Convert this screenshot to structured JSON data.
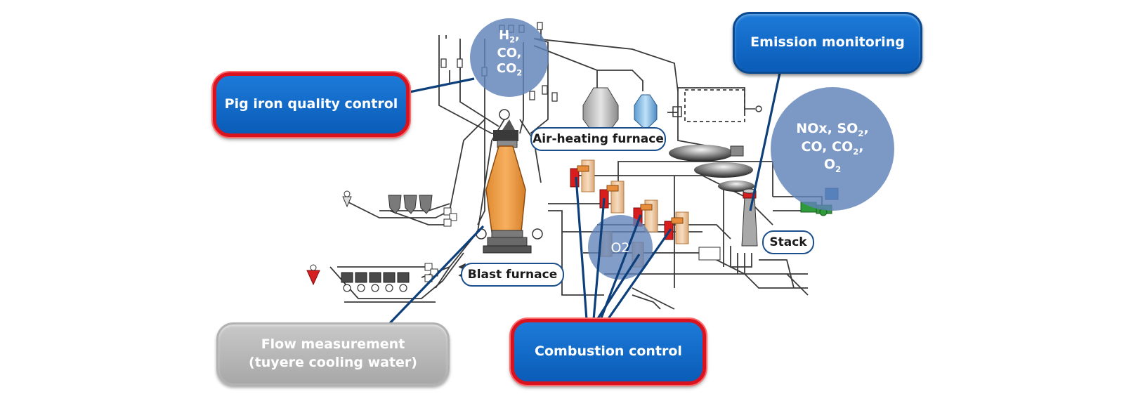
{
  "callouts": {
    "pig_iron": "Pig iron quality control",
    "emission": "Emission monitoring",
    "flow_line1": "Flow measurement",
    "flow_line2": "(tuyere cooling water)",
    "combustion": "Combustion control"
  },
  "labels": {
    "air_heating": "Air-heating furnace",
    "blast_furnace": "Blast furnace",
    "stack": "Stack"
  },
  "gas_bubbles": {
    "top": {
      "line1": "H",
      "line1_sub": "2",
      "line1_tail": ",",
      "line2": "CO,",
      "line3": "CO",
      "line3_sub": "2"
    },
    "emission": {
      "line1": "NOx, SO",
      "line1_sub": "2",
      "line1_tail": ",",
      "line2": "CO, CO",
      "line2_sub": "2",
      "line2_tail": ",",
      "line3": "O",
      "line3_sub": "2"
    },
    "combustion": {
      "text": "O2"
    }
  },
  "colors": {
    "callout_blue": "#0a5cb8",
    "highlight_red": "#d8121e",
    "bubble": "#5f82b8",
    "furnace": "#f0a048",
    "line_blue": "#0d3f7a"
  }
}
